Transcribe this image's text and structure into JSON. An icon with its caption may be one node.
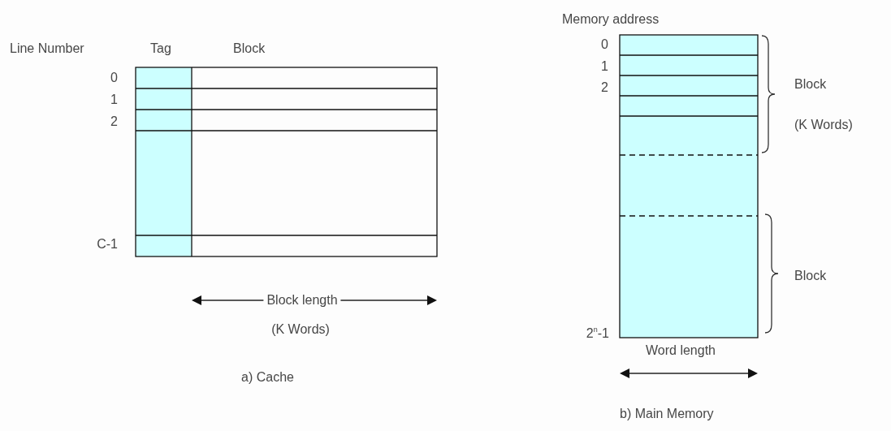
{
  "diagram": {
    "labels": [
      "Memory address",
      "Line Number",
      "Tag",
      "Block",
      "0",
      "1",
      "2",
      "C-1",
      "Block length",
      "(K Words)",
      "a) Cache",
      "0",
      "1",
      "2",
      "Block",
      "(K Words)",
      "Block",
      "2$^{n}$-1",
      "Word length",
      "b) Main Memory"
    ]
  }
}
